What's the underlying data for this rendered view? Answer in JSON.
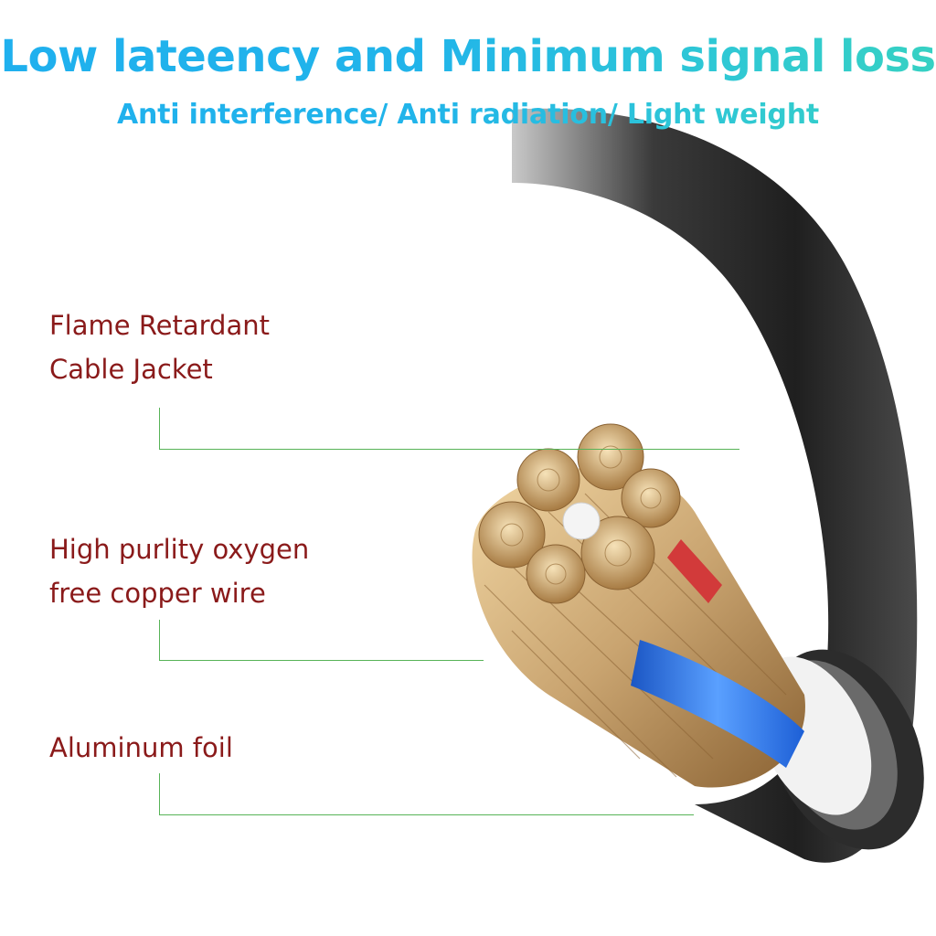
{
  "header": {
    "title": "Low lateency and Minimum signal loss",
    "subtitle": "Anti interference/ Anti radiation/ Light weight"
  },
  "callouts": [
    {
      "line1": "Flame Retardant",
      "line2": "Cable Jacket"
    },
    {
      "line1": "High purlity oxygen",
      "line2": "free copper wire"
    },
    {
      "line1": "Aluminum foil",
      "line2": ""
    }
  ],
  "colors": {
    "title_gradient_start": "#1fb0ee",
    "title_gradient_end": "#36d1c3",
    "label_text": "#8a1a1a",
    "leader_line": "#57b357",
    "jacket": "#2a2a2a",
    "copper": "#c9a470",
    "inner_blue": "#2f7fe8",
    "inner_red": "#d23a3a"
  }
}
